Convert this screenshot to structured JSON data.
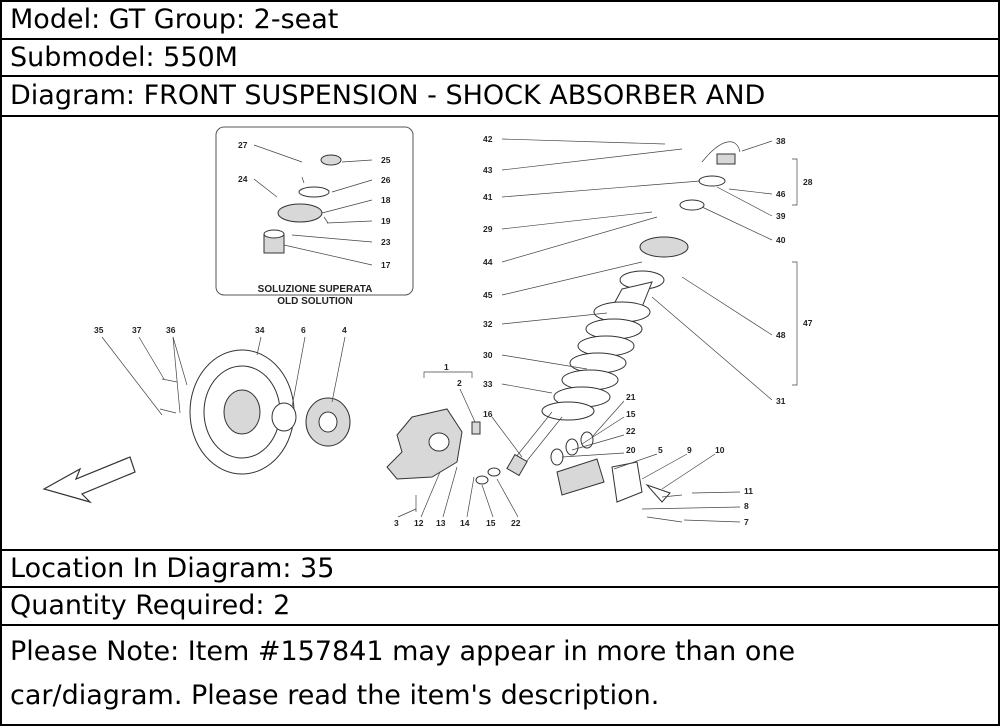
{
  "header": {
    "model": "Model: GT Group: 2-seat",
    "submodel": "Submodel: 550M",
    "diagram": "Diagram: FRONT SUSPENSION - SHOCK ABSORBER AND"
  },
  "diagram": {
    "inset_caption_line1": "SOLUZIONE SUPERATA",
    "inset_caption_line2": "OLD SOLUTION",
    "callouts": [
      "27",
      "25",
      "24",
      "26",
      "18",
      "19",
      "23",
      "17",
      "42",
      "38",
      "43",
      "41",
      "28",
      "46",
      "29",
      "39",
      "40",
      "44",
      "45",
      "47",
      "32",
      "48",
      "30",
      "33",
      "31",
      "35",
      "37",
      "36",
      "34",
      "6",
      "4",
      "1",
      "2",
      "21",
      "15",
      "16",
      "22",
      "20",
      "5",
      "9",
      "10",
      "11",
      "8",
      "7",
      "3",
      "12",
      "13",
      "14",
      "15",
      "22"
    ]
  },
  "footer": {
    "location": "Location In Diagram: 35",
    "quantity": "Quantity Required: 2",
    "note_line1": "Please Note: Item #157841 may appear in more than one",
    "note_line2": "car/diagram. Please read the item's description."
  }
}
